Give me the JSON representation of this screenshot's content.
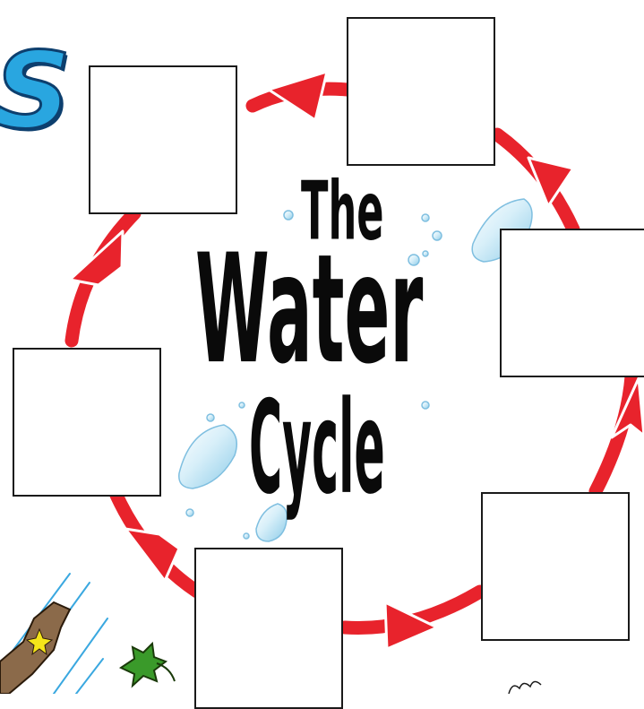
{
  "title": {
    "line1": "The",
    "line2": "Water",
    "line3": "Cycle"
  },
  "corner_letter": "S",
  "boxes": [
    {
      "name": "top",
      "label": ""
    },
    {
      "name": "upper-left",
      "label": ""
    },
    {
      "name": "right",
      "label": ""
    },
    {
      "name": "left",
      "label": ""
    },
    {
      "name": "lower-right",
      "label": ""
    },
    {
      "name": "bottom",
      "label": ""
    }
  ],
  "colors": {
    "cycle_arrow": "#e8232c",
    "title": "#0a0a0a",
    "corner_letter": "#29a6e0",
    "drops": "#bfe4f5",
    "rain": "#3aa8e0",
    "box_border": "#1a1a1a"
  },
  "icons": [
    "water-drop-icon",
    "rain-streak-icon",
    "boot-icon",
    "leaf-icon"
  ]
}
